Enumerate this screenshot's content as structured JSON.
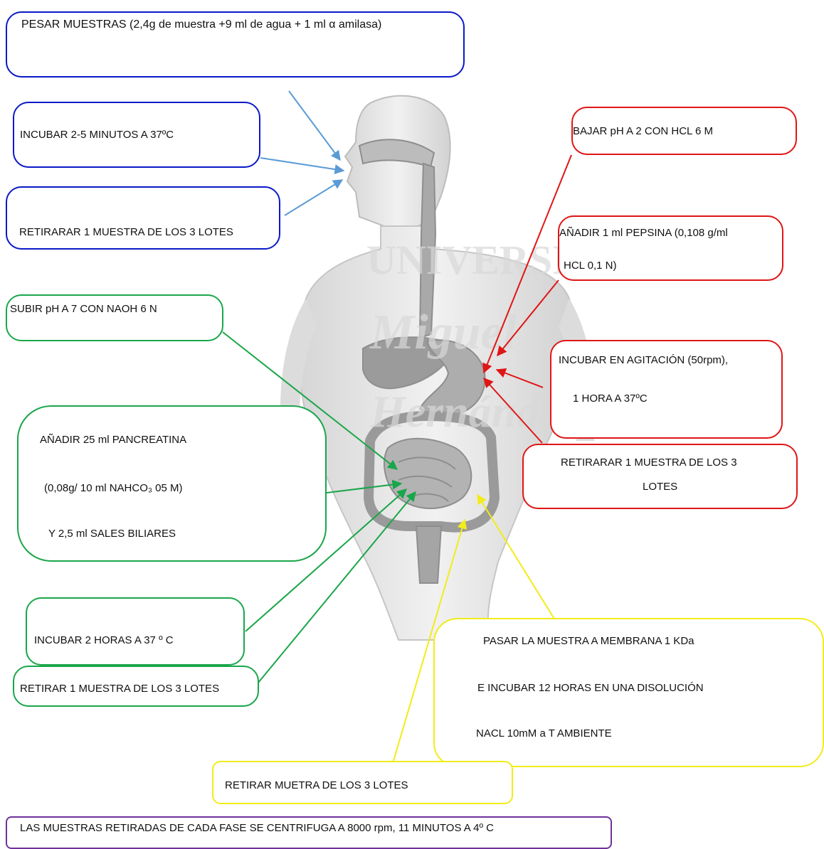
{
  "colors": {
    "blue": "#0a19c8",
    "light_blue_arrow": "#5b9bd5",
    "red": "#e01515",
    "green": "#1aa64a",
    "yellow": "#f2ec1a",
    "purple": "#70309a",
    "figure_gray": "#c9c9c9"
  },
  "watermark": {
    "line1": "UNIVERSITAS",
    "line2": "Miguel",
    "line3": "Hernández"
  },
  "mouth_steps": [
    {
      "lines": [
        "PESAR MUESTRAS (2,4g de muestra  +9 ml de agua + 1 ml α amilasa)"
      ]
    },
    {
      "lines": [
        "INCUBAR 2-5 MINUTOS A 37ºC"
      ]
    },
    {
      "lines": [
        "RETIRARAR 1 MUESTRA DE LOS 3 LOTES"
      ]
    }
  ],
  "stomach_steps": [
    {
      "lines": [
        "BAJAR pH  A 2 CON HCL 6 M"
      ]
    },
    {
      "lines": [
        "AÑADIR 1 ml PEPSINA (0,108 g/ml",
        "HCL 0,1 N)"
      ]
    },
    {
      "lines": [
        "INCUBAR EN AGITACIÓN (50rpm),",
        "1 HORA A 37ºC"
      ]
    },
    {
      "lines": [
        "RETIRARAR 1 MUESTRA DE LOS 3",
        "LOTES"
      ]
    }
  ],
  "intestine_steps": [
    {
      "lines": [
        "SUBIR pH A 7 CON NAOH 6 N"
      ]
    },
    {
      "lines": [
        "AÑADIR 25 ml PANCREATINA",
        "(0,08g/ 10 ml NAHCO₃ 05 M)",
        "Y 2,5 ml SALES BILIARES"
      ]
    },
    {
      "lines": [
        "INCUBAR 2 HORAS A  37 º C"
      ]
    },
    {
      "lines": [
        "RETIRAR 1 MUESTRA DE LOS 3 LOTES"
      ]
    }
  ],
  "dialysis_steps": [
    {
      "lines": [
        "PASAR LA MUESTRA A MEMBRANA 1 KDa",
        "E INCUBAR 12 HORAS EN UNA DISOLUCIÓN",
        "NACL 10mM a T AMBIENTE"
      ]
    },
    {
      "lines": [
        "RETIRAR  MUETRA DE LOS 3 LOTES"
      ]
    }
  ],
  "final_note": {
    "lines": [
      "LAS MUESTRAS RETIRADAS DE CADA FASE  SE CENTRIFUGA A 8000 rpm, 11 MINUTOS A 4º C"
    ]
  }
}
